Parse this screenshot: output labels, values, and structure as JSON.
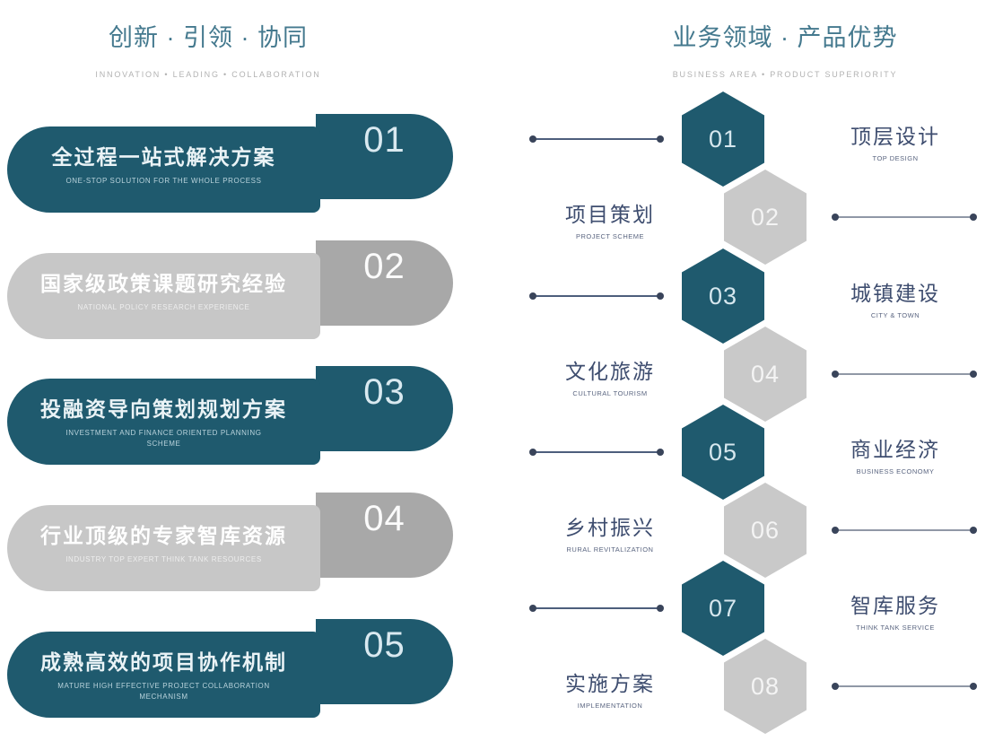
{
  "left_section": {
    "title": "创新 · 引领 · 协同",
    "subtitle": "INNOVATION • LEADING  • COLLABORATION",
    "items": [
      {
        "num": "01",
        "title": "全过程一站式解决方案",
        "subtitle": "ONE-STOP SOLUTION FOR THE WHOLE PROCESS",
        "theme": "teal"
      },
      {
        "num": "02",
        "title": "国家级政策课题研究经验",
        "subtitle": "NATIONAL POLICY RESEARCH EXPERIENCE",
        "theme": "gray"
      },
      {
        "num": "03",
        "title": "投融资导向策划规划方案",
        "subtitle": "INVESTMENT AND FINANCE ORIENTED PLANNING SCHEME",
        "theme": "teal"
      },
      {
        "num": "04",
        "title": "行业顶级的专家智库资源",
        "subtitle": "INDUSTRY TOP EXPERT THINK TANK RESOURCES",
        "theme": "gray"
      },
      {
        "num": "05",
        "title": "成熟高效的项目协作机制",
        "subtitle": "MATURE HIGH EFFECTIVE PROJECT COLLABORATION MECHANISM",
        "theme": "teal"
      }
    ]
  },
  "right_section": {
    "title": "业务领域 · 产品优势",
    "subtitle": "BUSINESS AREA • PRODUCT SUPERIORITY",
    "items": [
      {
        "num": "01",
        "label": "顶层设计",
        "sublabel": "TOP DESIGN",
        "theme": "teal",
        "label_side": "right"
      },
      {
        "num": "02",
        "label": "项目策划",
        "sublabel": "PROJECT  SCHEME",
        "theme": "gray",
        "label_side": "left"
      },
      {
        "num": "03",
        "label": "城镇建设",
        "sublabel": "CITY & TOWN",
        "theme": "teal",
        "label_side": "right"
      },
      {
        "num": "04",
        "label": "文化旅游",
        "sublabel": "CULTURAL TOURISM",
        "theme": "gray",
        "label_side": "left"
      },
      {
        "num": "05",
        "label": "商业经济",
        "sublabel": "BUSINESS ECONOMY",
        "theme": "teal",
        "label_side": "right"
      },
      {
        "num": "06",
        "label": "乡村振兴",
        "sublabel": "RURAL REVITALIZATION",
        "theme": "gray",
        "label_side": "left"
      },
      {
        "num": "07",
        "label": "智库服务",
        "sublabel": "THINK TANK SERVICE",
        "theme": "teal",
        "label_side": "right"
      },
      {
        "num": "08",
        "label": "实施方案",
        "sublabel": "IMPLEMENTATION",
        "theme": "gray",
        "label_side": "left"
      }
    ]
  },
  "colors": {
    "teal": "#1f5a6e",
    "gray_badge": "#a8a8a8",
    "gray_pill": "#c7c7c7",
    "gray_hexagon": "#c9c9c9",
    "heading_teal": "#44798e",
    "label_navy": "#3e4d6f",
    "subtitle_gray": "#b2b2b2",
    "connector_dot": "#39445a"
  }
}
